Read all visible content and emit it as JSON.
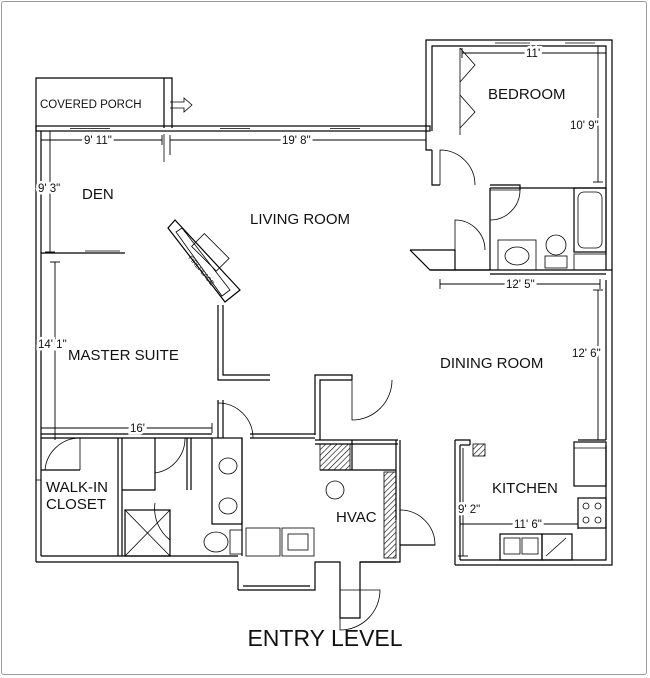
{
  "rooms": {
    "bedroom": "BEDROOM",
    "covered_porch": "COVERED PORCH",
    "den": "DEN",
    "living_room": "LIVING ROOM",
    "master_suite": "MASTER SUITE",
    "dining_room": "DINING ROOM",
    "walk_in_1": "WALK-IN",
    "walk_in_2": "CLOSET",
    "kitchen": "KITCHEN",
    "hvac": "HVAC",
    "fireplace": "FIREPLACE"
  },
  "dimensions": {
    "bedroom_width": "11'",
    "bedroom_depth": "10' 9\"",
    "porch_width": "9' 11\"",
    "living_width": "19' 8\"",
    "den_depth": "9' 3\"",
    "bath_width": "12' 5\"",
    "master_depth": "14' 1\"",
    "dining_depth": "12' 6\"",
    "master_width": "16'",
    "kitchen_depth": "9' 2\"",
    "kitchen_width": "11' 6\""
  },
  "title": "ENTRY LEVEL"
}
